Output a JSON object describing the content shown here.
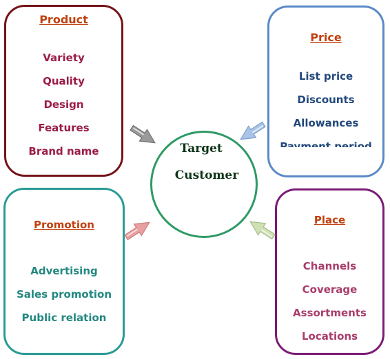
{
  "product": {
    "title": "Product",
    "items": [
      "Variety",
      "Quality",
      "Design",
      "Features",
      "Brand name"
    ]
  },
  "price": {
    "title": "Price",
    "items": [
      "List price",
      "Discounts",
      "Allowances",
      "Payment period"
    ]
  },
  "promotion": {
    "title": "Promotion",
    "items": [
      "Advertising",
      "Sales promotion",
      "Public relation"
    ]
  },
  "place": {
    "title": "Place",
    "items": [
      "Channels",
      "Coverage",
      "Assortments",
      "Locations"
    ]
  },
  "center": {
    "line1": "Target",
    "line2": "Customer"
  },
  "colors": {
    "product_border": "#741419",
    "price_border": "#5a8ac6",
    "promotion_border": "#2a9a95",
    "place_border": "#7b1c75",
    "circle_border": "#2e9a64",
    "title_text": "#c0410f"
  }
}
